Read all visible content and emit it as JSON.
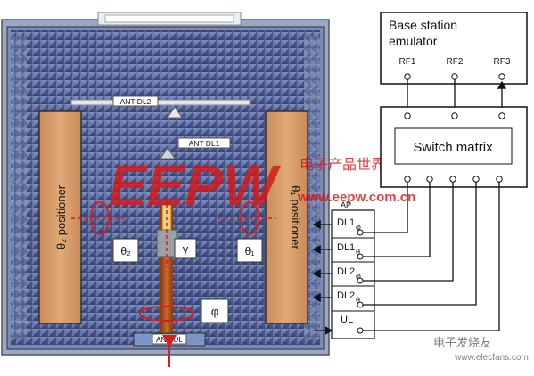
{
  "chamber": {
    "ant_dl2_label": "ANT DL2",
    "ant_dl1_label": "ANT DL1",
    "ant_ul_label": "ANT UL",
    "theta2_positioner_label": "θ₂ positioner",
    "theta1_positioner_label": "θ₁ positioner",
    "theta2_symbol": "θ₂",
    "theta1_symbol": "θ₁",
    "gamma_symbol": "γ",
    "phi_symbol": "φ"
  },
  "watermark": {
    "logo_text": "EEPW",
    "chinese_text": "电子产品世界",
    "url_text": "www.eepw.com.cn",
    "bottom_text": "电子发烧友",
    "bottom_url": "www.elecfans.com"
  },
  "base_station": {
    "title_line1": "Base station",
    "title_line2": "emulator",
    "ports": [
      "RF1",
      "RF2",
      "RF3"
    ]
  },
  "switch_matrix": {
    "label": "Switch matrix"
  },
  "ap": {
    "label": "AP",
    "ports": [
      {
        "main": "DL1",
        "sub": "φ"
      },
      {
        "main": "DL1",
        "sub": "θ"
      },
      {
        "main": "DL2",
        "sub": "φ"
      },
      {
        "main": "DL2",
        "sub": "θ"
      },
      {
        "main": "UL",
        "sub": ""
      }
    ]
  },
  "colors": {
    "absorber": "#5a6a9a",
    "chamber_border": "#6a86b0",
    "positioner": "#d49a68",
    "accent_red": "#d42020"
  }
}
